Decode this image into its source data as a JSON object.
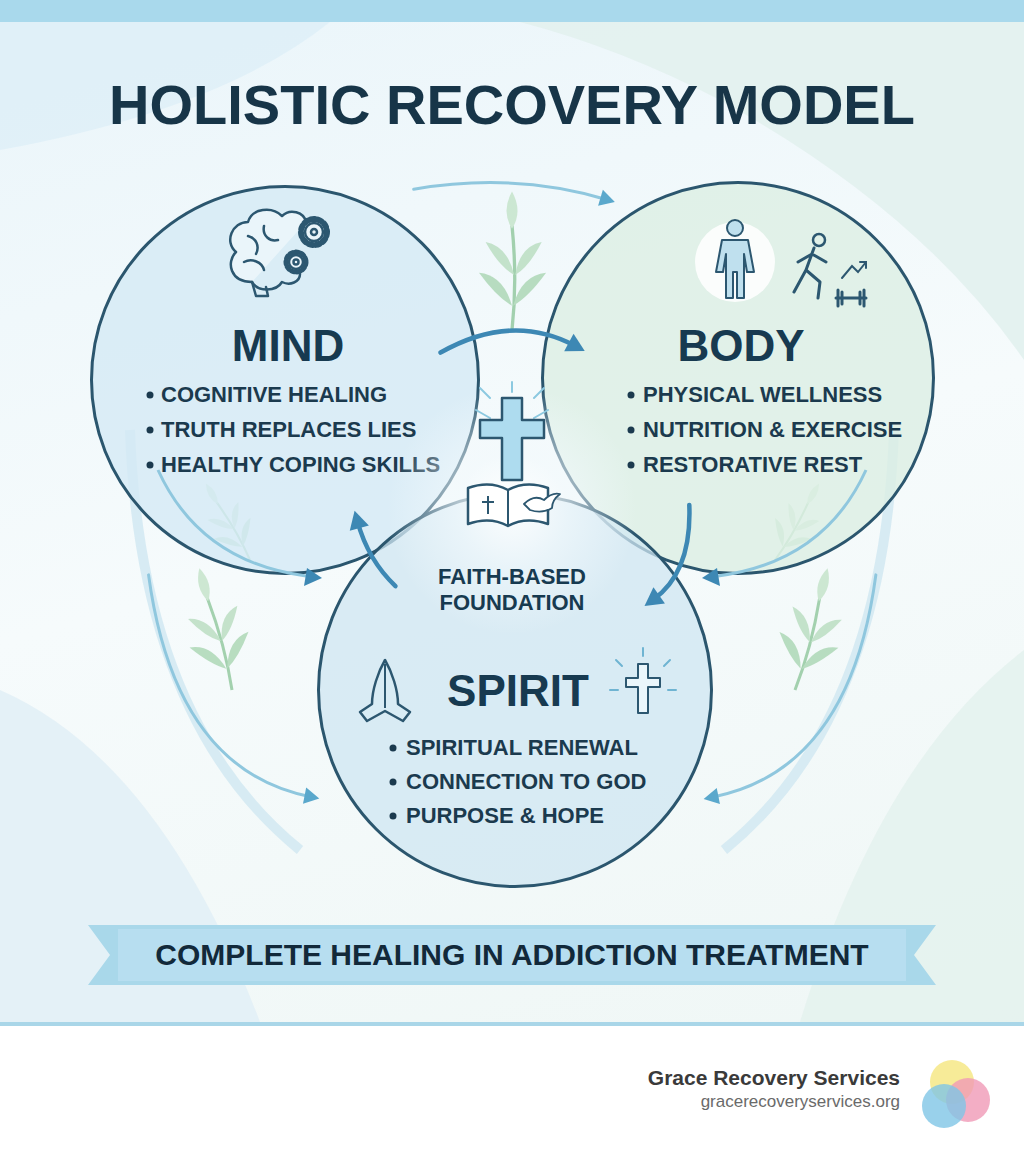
{
  "diagram": {
    "title": "HOLISTIC RECOVERY MODEL",
    "caption": "COMPLETE HEALING IN ADDICTION TREATMENT",
    "nodes": [
      {
        "text": [
          "MIND",
          "COGNITIVE HEALING",
          "TRUTH REPLACES LIES",
          "HEALTHY COPING SKILLS"
        ]
      },
      {
        "text": [
          "BODY",
          "PHYSICAL WELLNESS",
          "NUTRITION & EXERCISE",
          "RESTORATIVE REST"
        ]
      },
      {
        "text": [
          "FAITH-BASED FOUNDATION"
        ]
      },
      {
        "text": [
          "SPIRIT",
          "SPIRITUAL RENEWAL",
          "CONNECTION TO GOD",
          "PURPOSE & HOPE"
        ]
      }
    ],
    "edges": [
      {
        "from": 0,
        "to": 1,
        "arrow": "to"
      },
      {
        "from": 1,
        "to": 3,
        "arrow": "to"
      },
      {
        "from": 3,
        "to": 0,
        "arrow": "to"
      },
      {
        "from": 0,
        "to": 1,
        "arrow": "to"
      },
      {
        "from": 0,
        "to": 3,
        "arrow": "to"
      },
      {
        "from": 1,
        "to": 3,
        "arrow": "to"
      }
    ],
    "labels": [
      "Grace Recovery Services",
      "gracerecoveryservices.org"
    ]
  }
}
